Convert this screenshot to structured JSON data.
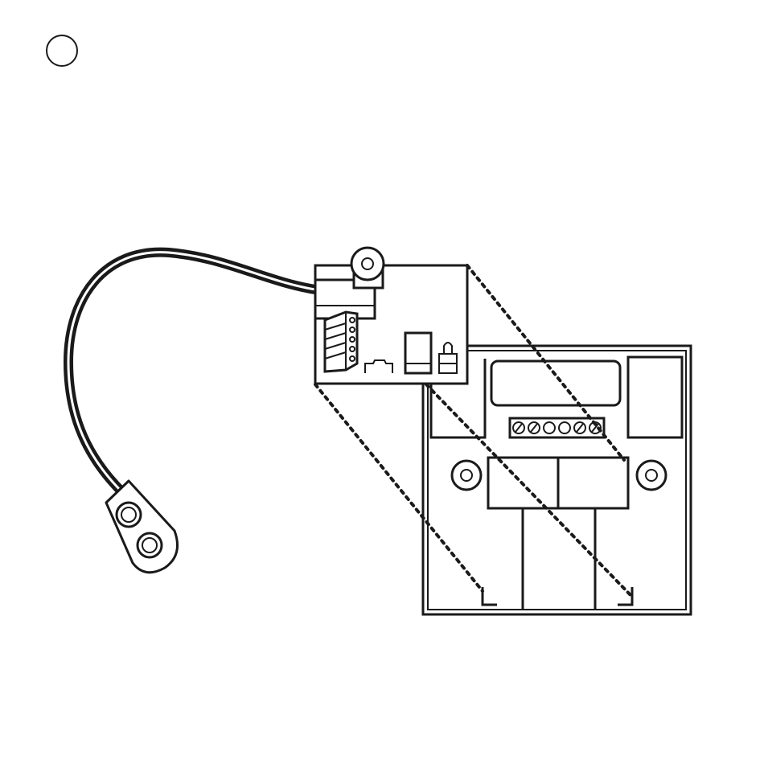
{
  "diagram": {
    "step_marker": "",
    "colors": {
      "line": "#1a1a1a",
      "background": "#ffffff"
    },
    "parts": {
      "circuit_board": "circuit-board",
      "battery_clip": "battery-clip",
      "base_plate": "base-plate",
      "terminal_block": "terminal-block",
      "alignment_lines": "alignment-lines"
    }
  }
}
